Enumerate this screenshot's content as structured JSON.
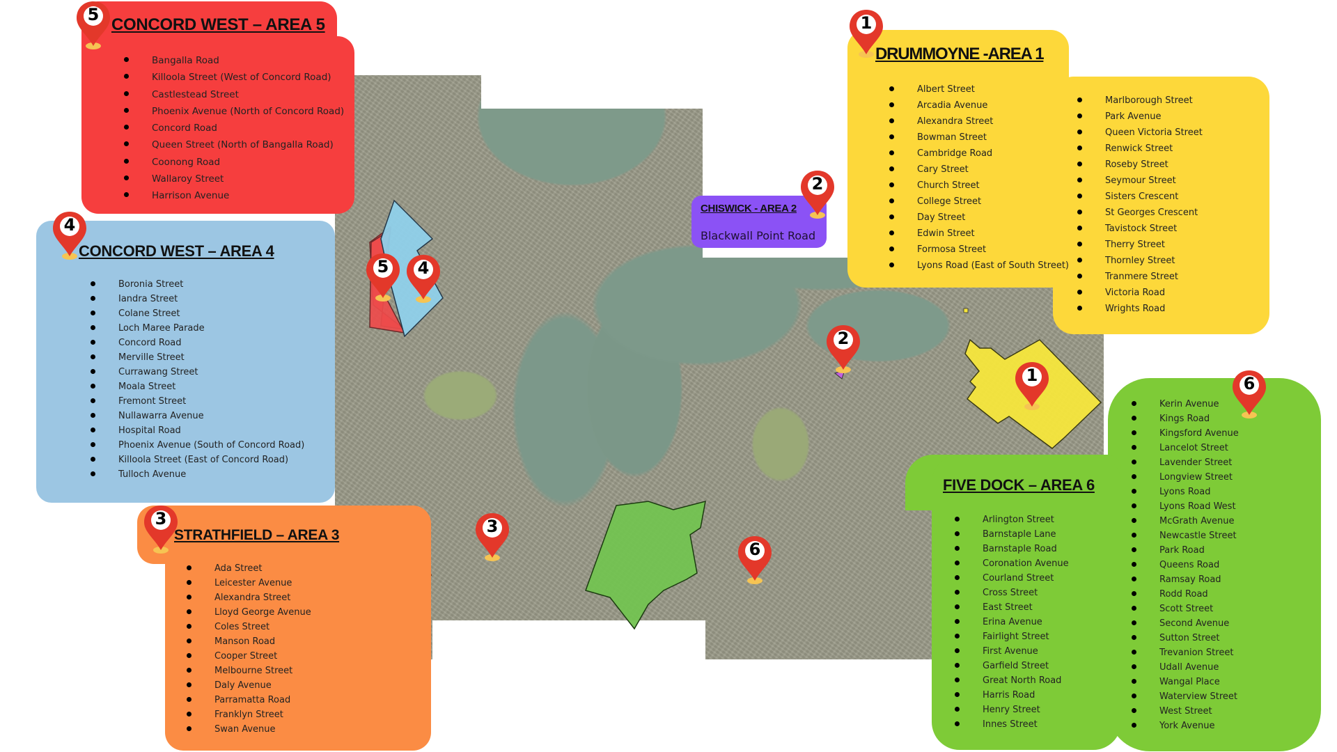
{
  "map": {
    "description": "Aerial satellite view of Concord, Drummoyne, Chiswick, Strathfield and Five Dock area with highlighted zones",
    "polygons": [
      {
        "area": 5,
        "color": "#ee4b4b"
      },
      {
        "area": 4,
        "color": "#8fd0ea"
      },
      {
        "area": 3,
        "color": "#f1824b"
      },
      {
        "area": 2,
        "color": "#c060e0"
      },
      {
        "area": 1,
        "color": "#f6e63c"
      },
      {
        "area": 6,
        "color": "#73c351"
      }
    ],
    "pins": [
      {
        "label": "5",
        "location": "map"
      },
      {
        "label": "4",
        "location": "map"
      },
      {
        "label": "3",
        "location": "map"
      },
      {
        "label": "2",
        "location": "map"
      },
      {
        "label": "1",
        "location": "map"
      },
      {
        "label": "6",
        "location": "map"
      }
    ]
  },
  "areas": {
    "area5": {
      "pin": "5",
      "title": "CONCORD WEST – AREA 5",
      "color": "#f63e3e",
      "streets": [
        "Bangalla Road",
        "Killoola Street (West of Concord Road)",
        "Castlestead Street",
        "Phoenix Avenue (North of Concord Road)",
        "Concord Road",
        "Queen Street (North of Bangalla Road)",
        "Coonong Road",
        "Wallaroy Street",
        "Harrison Avenue"
      ]
    },
    "area4": {
      "pin": "4",
      "title": "CONCORD WEST – AREA 4",
      "color": "#9cc6e3",
      "streets": [
        "Boronia Street",
        "Iandra Street",
        "Colane Street",
        "Loch Maree Parade",
        "Concord Road",
        "Merville Street",
        "Currawang Street",
        "Moala Street",
        "Fremont Street",
        "Nullawarra Avenue",
        "Hospital Road",
        "Phoenix Avenue (South of Concord Road)",
        "Killoola Street (East of Concord Road)",
        "Tulloch Avenue"
      ]
    },
    "area3": {
      "pin": "3",
      "title": "STRATHFIELD – AREA  3",
      "color": "#fb8c44",
      "streets": [
        "Ada Street",
        "Leicester Avenue",
        "Alexandra Street",
        "Lloyd George Avenue",
        "Coles Street",
        "Manson Road",
        "Cooper Street",
        "Melbourne Street",
        "Daly Avenue",
        "Parramatta Road",
        "Franklyn Street",
        "Swan Avenue"
      ]
    },
    "area2": {
      "pin": "2",
      "title": "CHISWICK - AREA 2",
      "color": "#8b52f5",
      "streets": [
        "Blackwall Point Road"
      ]
    },
    "area1": {
      "pin": "1",
      "title": "DRUMMOYNE -AREA 1",
      "color": "#fdd83a",
      "streets_col1": [
        "Albert Street",
        "Arcadia Avenue",
        "Alexandra Street",
        "Bowman Street",
        "Cambridge Road",
        "Cary Street",
        "Church Street",
        "College Street",
        "Day Street",
        "Edwin Street",
        "Formosa Street",
        "Lyons Road (East of South Street)"
      ],
      "streets_col2": [
        "Marlborough Street",
        "Park Avenue",
        "Queen Victoria Street",
        "Renwick Street",
        "Roseby Street",
        "Seymour Street",
        "Sisters Crescent",
        "St Georges Crescent",
        "Tavistock Street",
        "Therry Street",
        "Thornley Street",
        "Tranmere Street",
        "Victoria Road",
        "Wrights Road"
      ]
    },
    "area6": {
      "pin": "6",
      "title": "FIVE DOCK – AREA 6",
      "color": "#7ecb37",
      "streets_col1": [
        "Arlington Street",
        "Barnstaple Lane",
        "Barnstaple Road",
        "Coronation Avenue",
        "Courland Street",
        "Cross Street",
        "East Street",
        "Erina Avenue",
        "Fairlight Street",
        "First Avenue",
        "Garfield Street",
        "Great North Road",
        "Harris Road",
        "Henry Street",
        "Innes Street"
      ],
      "streets_col2": [
        "Kerin Avenue",
        "Kings Road",
        "Kingsford Avenue",
        "Lancelot Street",
        "Lavender Street",
        "Longview Street",
        "Lyons Road",
        "Lyons Road West",
        "McGrath Avenue",
        "Newcastle Street",
        "Park Road",
        "Queens Road",
        "Ramsay Road",
        "Rodd Road",
        "Scott Street",
        "Second Avenue",
        "Sutton Street",
        "Trevanion Street",
        "Udall Avenue",
        "Wangal Place",
        "Waterview Street",
        "West Street",
        "York Avenue"
      ]
    }
  },
  "pin_colors": {
    "body": "#e3382a",
    "base": "#f6c453",
    "badge": "#ffffff"
  }
}
